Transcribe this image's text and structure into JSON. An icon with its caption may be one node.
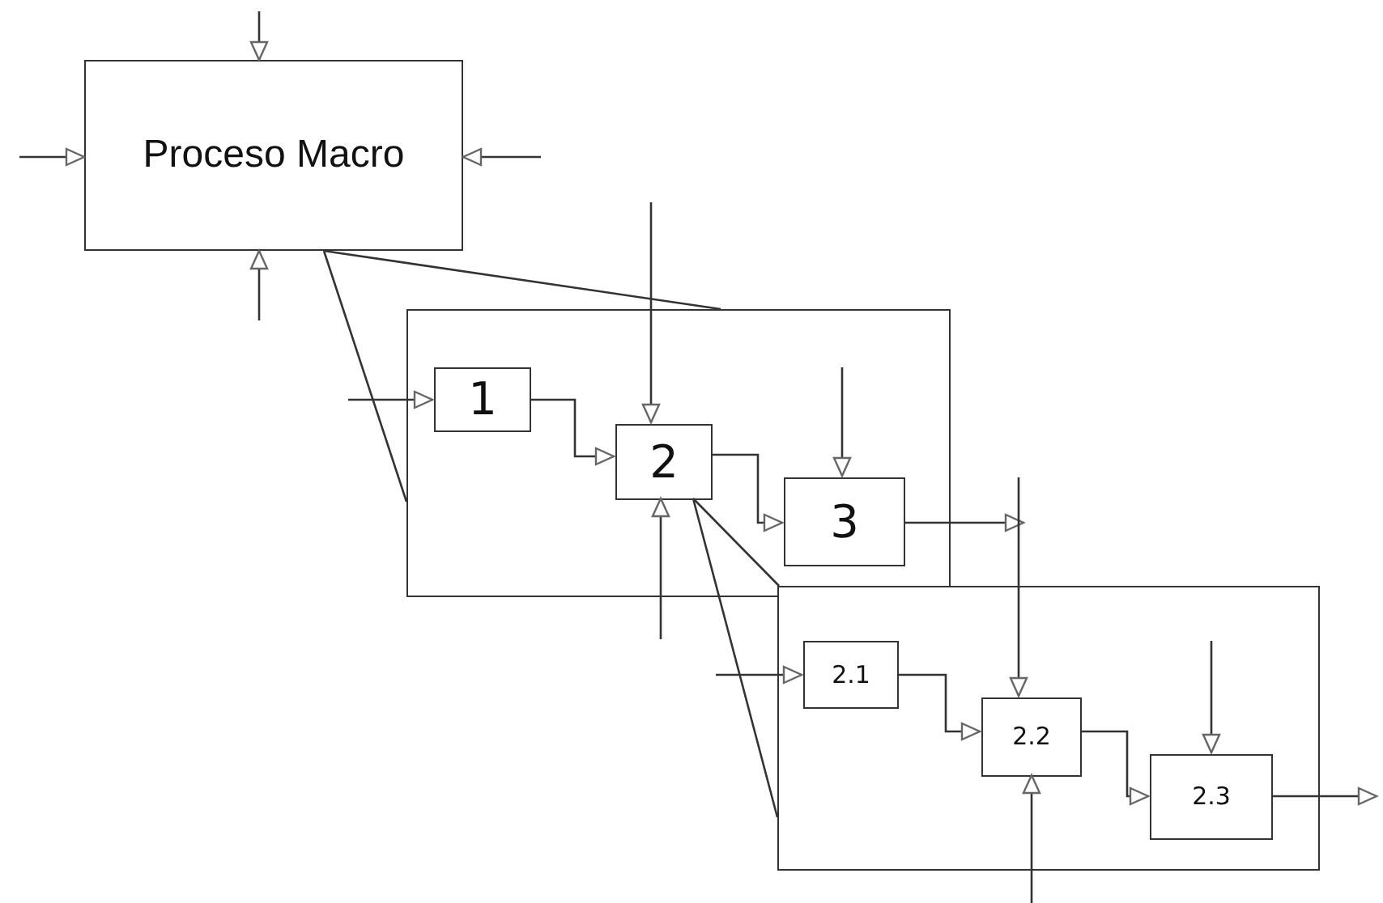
{
  "diagram": {
    "nodes": [
      {
        "text": [
          "Proceso Macro"
        ]
      },
      {
        "text": [],
        "shape": "box"
      },
      {
        "text": [
          "1"
        ],
        "in": 1
      },
      {
        "text": [
          "2"
        ],
        "in": 1
      },
      {
        "text": [
          "3"
        ],
        "in": 1
      },
      {
        "text": [],
        "shape": "box"
      },
      {
        "text": [
          "2.1"
        ],
        "in": 5
      },
      {
        "text": [
          "2.2"
        ],
        "in": 5
      },
      {
        "text": [
          "2.3"
        ],
        "in": 5
      }
    ],
    "edges": [
      {
        "from": null,
        "to": 0,
        "arrow": "to"
      },
      {
        "from": null,
        "to": 0,
        "arrow": "to"
      },
      {
        "from": null,
        "to": 0,
        "arrow": "to"
      },
      {
        "from": null,
        "to": 0,
        "arrow": "to"
      },
      {
        "from": 0,
        "to": 1,
        "arrow": "none"
      },
      {
        "from": 0,
        "to": 1,
        "arrow": "none"
      },
      {
        "from": null,
        "to": 2,
        "arrow": "to"
      },
      {
        "from": 2,
        "to": 3,
        "arrow": "to"
      },
      {
        "from": null,
        "to": 3,
        "arrow": "to"
      },
      {
        "from": null,
        "to": 3,
        "arrow": "to"
      },
      {
        "from": null,
        "to": 4,
        "arrow": "to"
      },
      {
        "from": 3,
        "to": 4,
        "arrow": "to"
      },
      {
        "from": 4,
        "to": null,
        "arrow": "to"
      },
      {
        "from": 3,
        "to": 5,
        "arrow": "none"
      },
      {
        "from": 3,
        "to": 5,
        "arrow": "none"
      },
      {
        "from": null,
        "to": 6,
        "arrow": "to"
      },
      {
        "from": 6,
        "to": 7,
        "arrow": "to"
      },
      {
        "from": null,
        "to": 7,
        "arrow": "to"
      },
      {
        "from": null,
        "to": 7,
        "arrow": "to"
      },
      {
        "from": 7,
        "to": 8,
        "arrow": "to"
      },
      {
        "from": null,
        "to": 8,
        "arrow": "to"
      },
      {
        "from": 8,
        "to": null,
        "arrow": "to"
      }
    ]
  }
}
